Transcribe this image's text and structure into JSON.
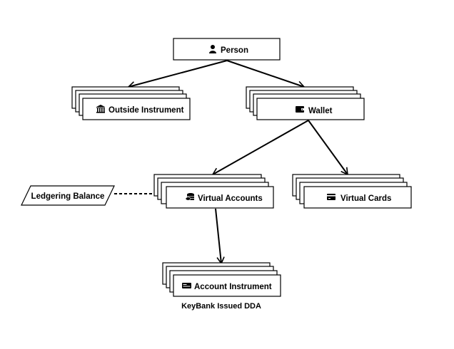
{
  "nodes": {
    "person": {
      "label": "Person",
      "icon": "person-icon"
    },
    "outside_instrument": {
      "label": "Outside Instrument",
      "icon": "bank-icon"
    },
    "wallet": {
      "label": "Wallet",
      "icon": "wallet-icon"
    },
    "virtual_accounts": {
      "label": "Virtual Accounts",
      "icon": "coins-icon"
    },
    "virtual_cards": {
      "label": "Virtual Cards",
      "icon": "credit-card-icon"
    },
    "account_instrument": {
      "label": "Account Instrument",
      "icon": "check-icon"
    },
    "ledgering_balance": {
      "label": "Ledgering Balance"
    }
  },
  "captions": {
    "account_instrument": "KeyBank Issued DDA"
  },
  "edges": [
    {
      "from": "person",
      "to": "outside_instrument",
      "style": "arrow"
    },
    {
      "from": "person",
      "to": "wallet",
      "style": "arrow"
    },
    {
      "from": "wallet",
      "to": "virtual_accounts",
      "style": "arrow"
    },
    {
      "from": "wallet",
      "to": "virtual_cards",
      "style": "arrow"
    },
    {
      "from": "virtual_accounts",
      "to": "account_instrument",
      "style": "arrow"
    },
    {
      "from": "ledgering_balance",
      "to": "virtual_accounts",
      "style": "dashed"
    }
  ]
}
